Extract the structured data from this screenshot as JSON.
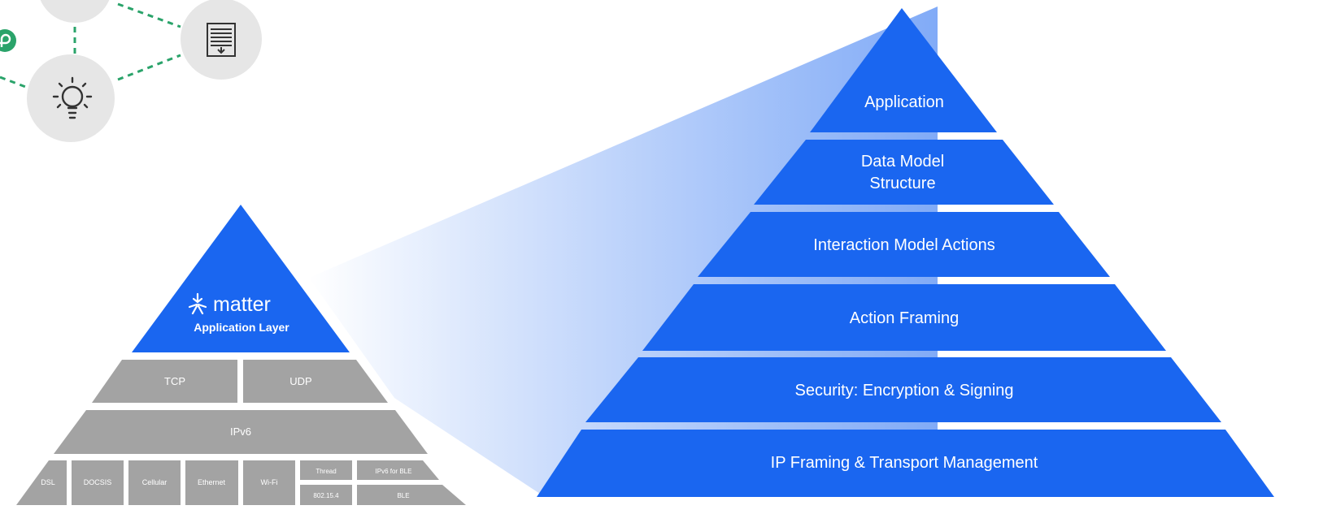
{
  "colors": {
    "matter_blue": "#1a66f0",
    "stack_gray": "#a3a3a3",
    "bubble_gray": "#e6e6e6",
    "connector_green": "#2aa36a",
    "label_white": "#ffffff",
    "fade_light": "#dde8fb"
  },
  "devices": {
    "icons": [
      "device-icon",
      "blinds-icon",
      "lightbulb-icon",
      "thread-icon"
    ]
  },
  "matter_stack": {
    "logo_icon": "matter-logo-icon",
    "logo_text": "matter",
    "layer_label": "Application Layer",
    "transport": [
      "TCP",
      "UDP"
    ],
    "network": "IPv6",
    "links": [
      "DSL",
      "DOCSIS",
      "Cellular",
      "Ethernet",
      "Wi-Fi"
    ],
    "thread_row": [
      "Thread",
      "IPv6 for BLE"
    ],
    "phy_row": [
      "802.15.4",
      "BLE"
    ]
  },
  "application_layer": {
    "tiers": [
      {
        "lines": [
          "Application"
        ]
      },
      {
        "lines": [
          "Data Model",
          "Structure"
        ]
      },
      {
        "lines": [
          "Interaction Model Actions"
        ]
      },
      {
        "lines": [
          "Action Framing"
        ]
      },
      {
        "lines": [
          "Security: Encryption & Signing"
        ]
      },
      {
        "lines": [
          "IP Framing & Transport Management"
        ]
      }
    ]
  }
}
